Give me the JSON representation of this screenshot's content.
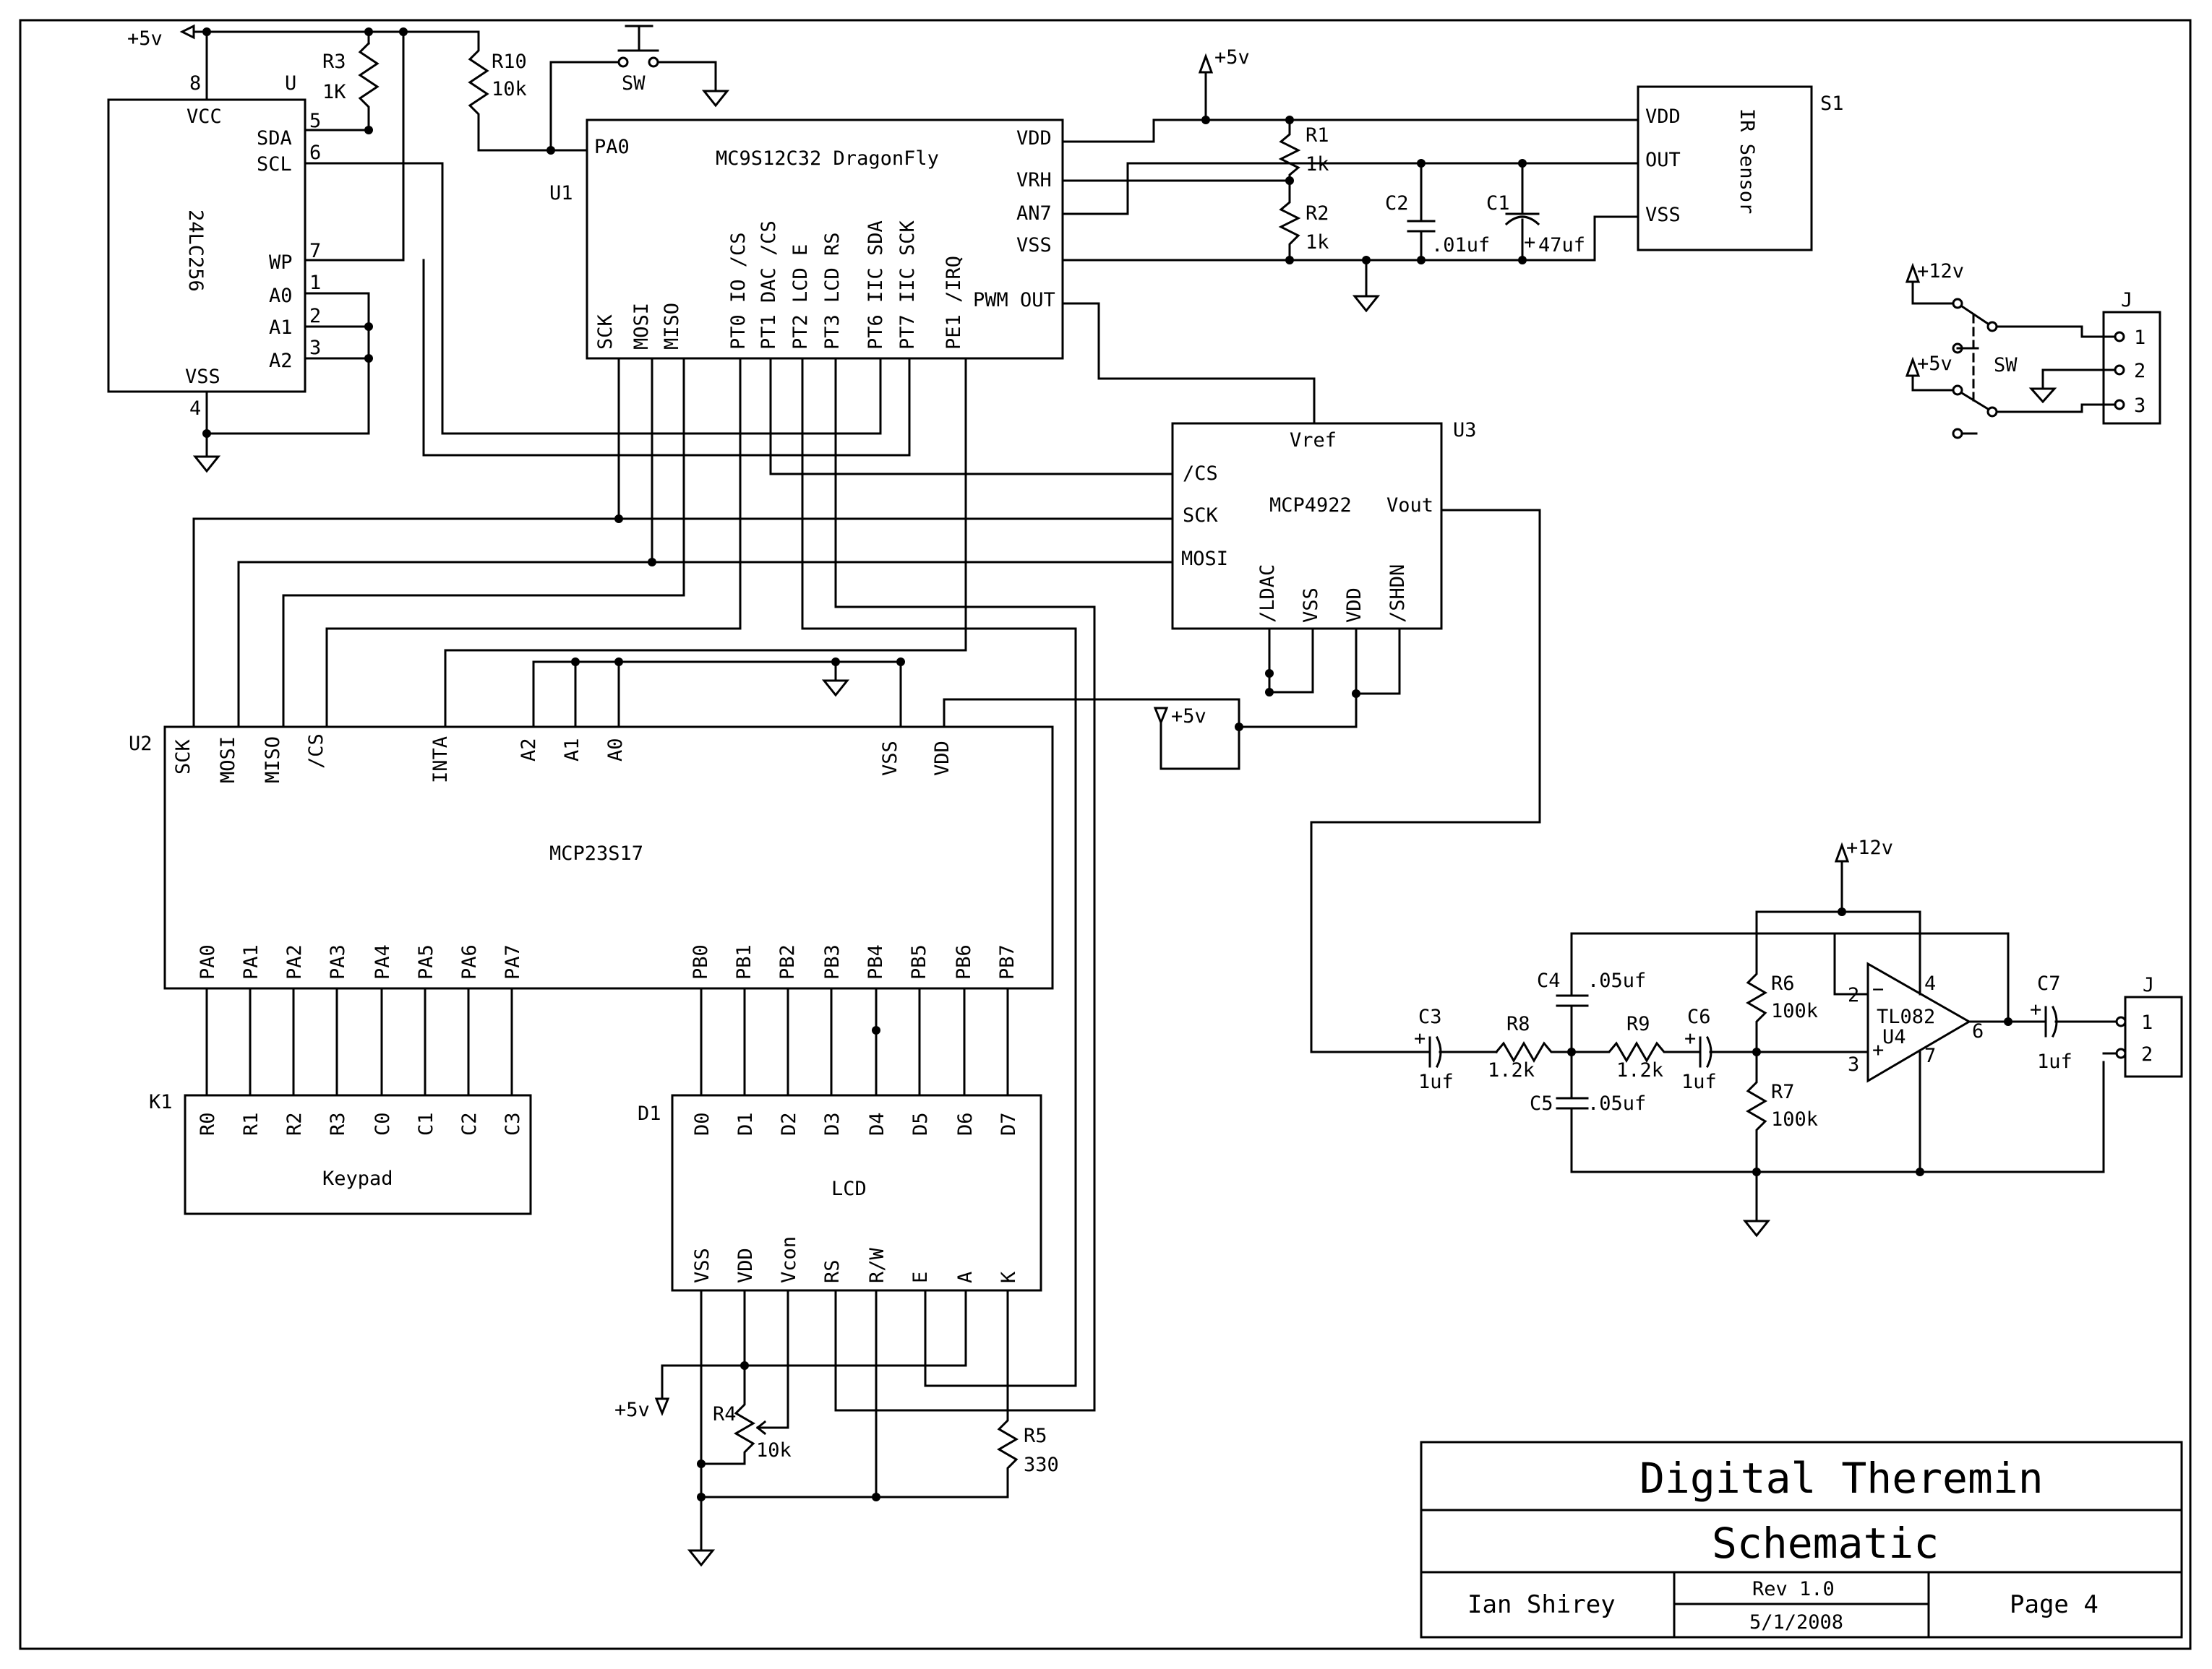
{
  "labels": {
    "u_ref": "U",
    "u_part": "24LC256",
    "u_vcc": "VCC",
    "u_vss": "VSS",
    "u_sda": "SDA",
    "u_scl": "SCL",
    "u_wp": "WP",
    "u_a0": "A0",
    "u_a1": "A1",
    "u_a2": "A2",
    "u_p8": "8",
    "u_p4": "4",
    "u_p5": "5",
    "u_p6": "6",
    "u_p7": "7",
    "u_p1": "1",
    "u_p2": "2",
    "u_p3": "3",
    "r3": "R3",
    "r3v": "1K",
    "r10": "R10",
    "r10v": "10k",
    "sw_top": "SW",
    "u1_ref": "U1",
    "u1_part": "MC9S12C32 DragonFly",
    "u1_pa0": "PA0",
    "u1_vdd": "VDD",
    "u1_vrh": "VRH",
    "u1_an7": "AN7",
    "u1_vss": "VSS",
    "u1_pwm": "PWM OUT",
    "u1_sck": "SCK",
    "u1_mosi": "MOSI",
    "u1_miso": "MISO",
    "u1_pt0": "PT0 IO /CS",
    "u1_pt1": "PT1 DAC /CS",
    "u1_pt2": "PT2 LCD E",
    "u1_pt3": "PT3 LCD RS",
    "u1_pt6": "PT6 IIC SDA",
    "u1_pt7": "PT7 IIC SCK",
    "u1_pe1": "PE1 /IRQ",
    "r1": "R1",
    "r1v": "1k",
    "r2": "R2",
    "r2v": "1k",
    "c2": "C2",
    "c2v": ".01uf",
    "c1": "C1",
    "c1v": "47uf",
    "c1plus": "+",
    "s1_ref": "S1",
    "s1_vdd": "VDD",
    "s1_out": "OUT",
    "s1_vss": "VSS",
    "s1_name": "IR Sensor",
    "p5v": "+5v",
    "p12v": "+12v",
    "sw2": "SW",
    "j1": "J",
    "j1_1": "1",
    "j1_2": "2",
    "j1_3": "3",
    "u3_ref": "U3",
    "u3_part": "MCP4922",
    "u3_vref": "Vref",
    "u3_cs": "/CS",
    "u3_sck": "SCK",
    "u3_mosi": "MOSI",
    "u3_vout": "Vout",
    "u3_ldac": "/LDAC",
    "u3_vss": "VSS",
    "u3_vdd": "VDD",
    "u3_shdn": "/SHDN",
    "u2_ref": "U2",
    "u2_part": "MCP23S17",
    "u2_sck": "SCK",
    "u2_mosi": "MOSI",
    "u2_miso": "MISO",
    "u2_cs": "/CS",
    "u2_inta": "INTA",
    "u2_a2": "A2",
    "u2_a1": "A1",
    "u2_a0": "A0",
    "u2_vss": "VSS",
    "u2_vdd": "VDD",
    "pa": [
      "PA0",
      "PA1",
      "PA2",
      "PA3",
      "PA4",
      "PA5",
      "PA6",
      "PA7"
    ],
    "pb": [
      "PB0",
      "PB1",
      "PB2",
      "PB3",
      "PB4",
      "PB5",
      "PB6",
      "PB7"
    ],
    "k1_ref": "K1",
    "k1_name": "Keypad",
    "kp": [
      "R0",
      "R1",
      "R2",
      "R3",
      "C0",
      "C1",
      "C2",
      "C3"
    ],
    "d1_ref": "D1",
    "d1_name": "LCD",
    "dd": [
      "D0",
      "D1",
      "D2",
      "D3",
      "D4",
      "D5",
      "D6",
      "D7"
    ],
    "dbot": [
      "VSS",
      "VDD",
      "Vcon",
      "RS",
      "R/W",
      "E",
      "A",
      "K"
    ],
    "r4": "R4",
    "r4v": "10k",
    "r5": "R5",
    "r5v": "330",
    "c4": "C4",
    "c4v": ".05uf",
    "c5": "C5",
    "c5v": ".05uf",
    "c3": "C3",
    "c3v": "1uf",
    "r8": "R8",
    "r8v": "1.2k",
    "r9": "R9",
    "r9v": "1.2k",
    "c6": "C6",
    "c6v": "1uf",
    "r6": "R6",
    "r6v": "100k",
    "r7": "R7",
    "r7v": "100k",
    "u4_part": "TL082",
    "u4_ref": "U4",
    "u4_p2": "2",
    "u4_p3": "3",
    "u4_p4": "4",
    "u4_p6": "6",
    "u4_p7": "7",
    "u4_minus": "−",
    "u4_plus": "+",
    "c7": "C7",
    "c7v": "1uf",
    "j2": "J",
    "j2_1": "1",
    "j2_2": "2",
    "plus": "+"
  },
  "title_block": {
    "title": "Digital Theremin",
    "subtitle": "Schematic",
    "author": "Ian Shirey",
    "rev": "Rev 1.0",
    "date": "5/1/2008",
    "page": "Page 4"
  }
}
